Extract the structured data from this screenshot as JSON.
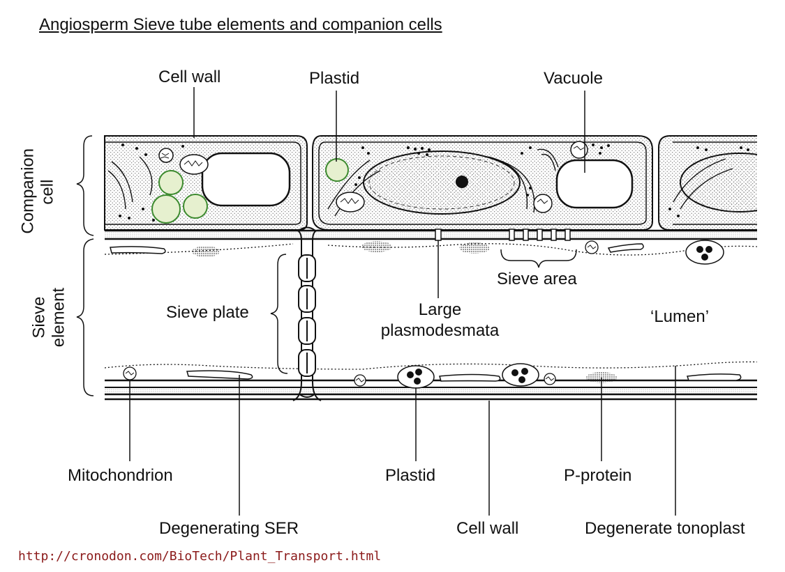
{
  "title": "Angiosperm Sieve tube elements and companion cells",
  "labels": {
    "cell_wall_top": "Cell wall",
    "plastid_top": "Plastid",
    "vacuole": "Vacuole",
    "companion_cell_line1": "Companion",
    "companion_cell_line2": "cell",
    "sieve_element_line1": "Sieve",
    "sieve_element_line2": "element",
    "sieve_area": "Sieve area",
    "sieve_plate": "Sieve plate",
    "large_plasmodesmata_line1": "Large",
    "large_plasmodesmata_line2": "plasmodesmata",
    "lumen": "‘Lumen’",
    "mitochondrion": "Mitochondrion",
    "plastid_bottom": "Plastid",
    "p_protein": "P-protein",
    "degenerating_ser": "Degenerating SER",
    "cell_wall_bottom": "Cell wall",
    "degenerate_tonoplast": "Degenerate tonoplast"
  },
  "source_url": "http://cronodon.com/BioTech/Plant_Transport.html",
  "colors": {
    "ink": "#111111",
    "plastid_fill": "#e6f0cf",
    "plastid_stroke": "#3c8a2e",
    "url": "#8b1a1a"
  }
}
